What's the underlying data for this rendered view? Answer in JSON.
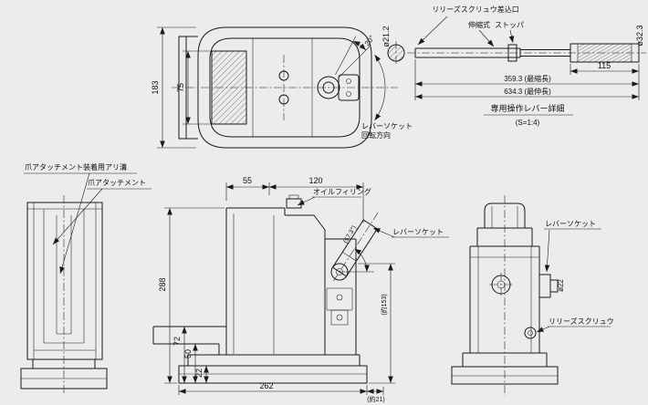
{
  "drawing": {
    "colors": {
      "background": "#ececea",
      "line": "#1a1a1a",
      "text": "#111111"
    },
    "plan_view": {
      "dim_overall": "183",
      "dim_claw_width": "75",
      "rotation_angle": "20°",
      "rotation_label_line1": "レバーソケット",
      "rotation_label_line2": "回転方向"
    },
    "lever_detail": {
      "insert_port_label": "リリーズスクリュウ差込口",
      "telescopic_label": "伸縮式",
      "stopper_label": "ストッパ",
      "rod_diameter": "ø21.2",
      "grip_diameter": "ø32.3",
      "grip_length": "115",
      "retracted_length": "359.3 (最縮長)",
      "extended_length": "634.3 (最伸長)",
      "title": "専用操作レバー詳細",
      "scale_note": "(S=1:4)"
    },
    "front_view": {
      "dovetail_groove_label": "爪アタッチメント装着用アリ溝",
      "claw_attachment_label": "爪アタッチメント"
    },
    "side_view": {
      "oil_filling_label": "オイルフィリング",
      "lever_socket_label": "レバーソケット",
      "dim_55": "55",
      "dim_120": "120",
      "dim_288": "288",
      "dim_72": "72",
      "dim_50": "50",
      "dim_22": "22",
      "dim_262": "262",
      "dim_approx_21": "(約21)",
      "dim_approx_153": "(約153)",
      "socket_angle": "(57.3°)"
    },
    "rear_view": {
      "lever_socket_label": "レバーソケット",
      "socket_diameter": "ø22",
      "release_screw_label": "リリーズスクリュウ"
    }
  }
}
